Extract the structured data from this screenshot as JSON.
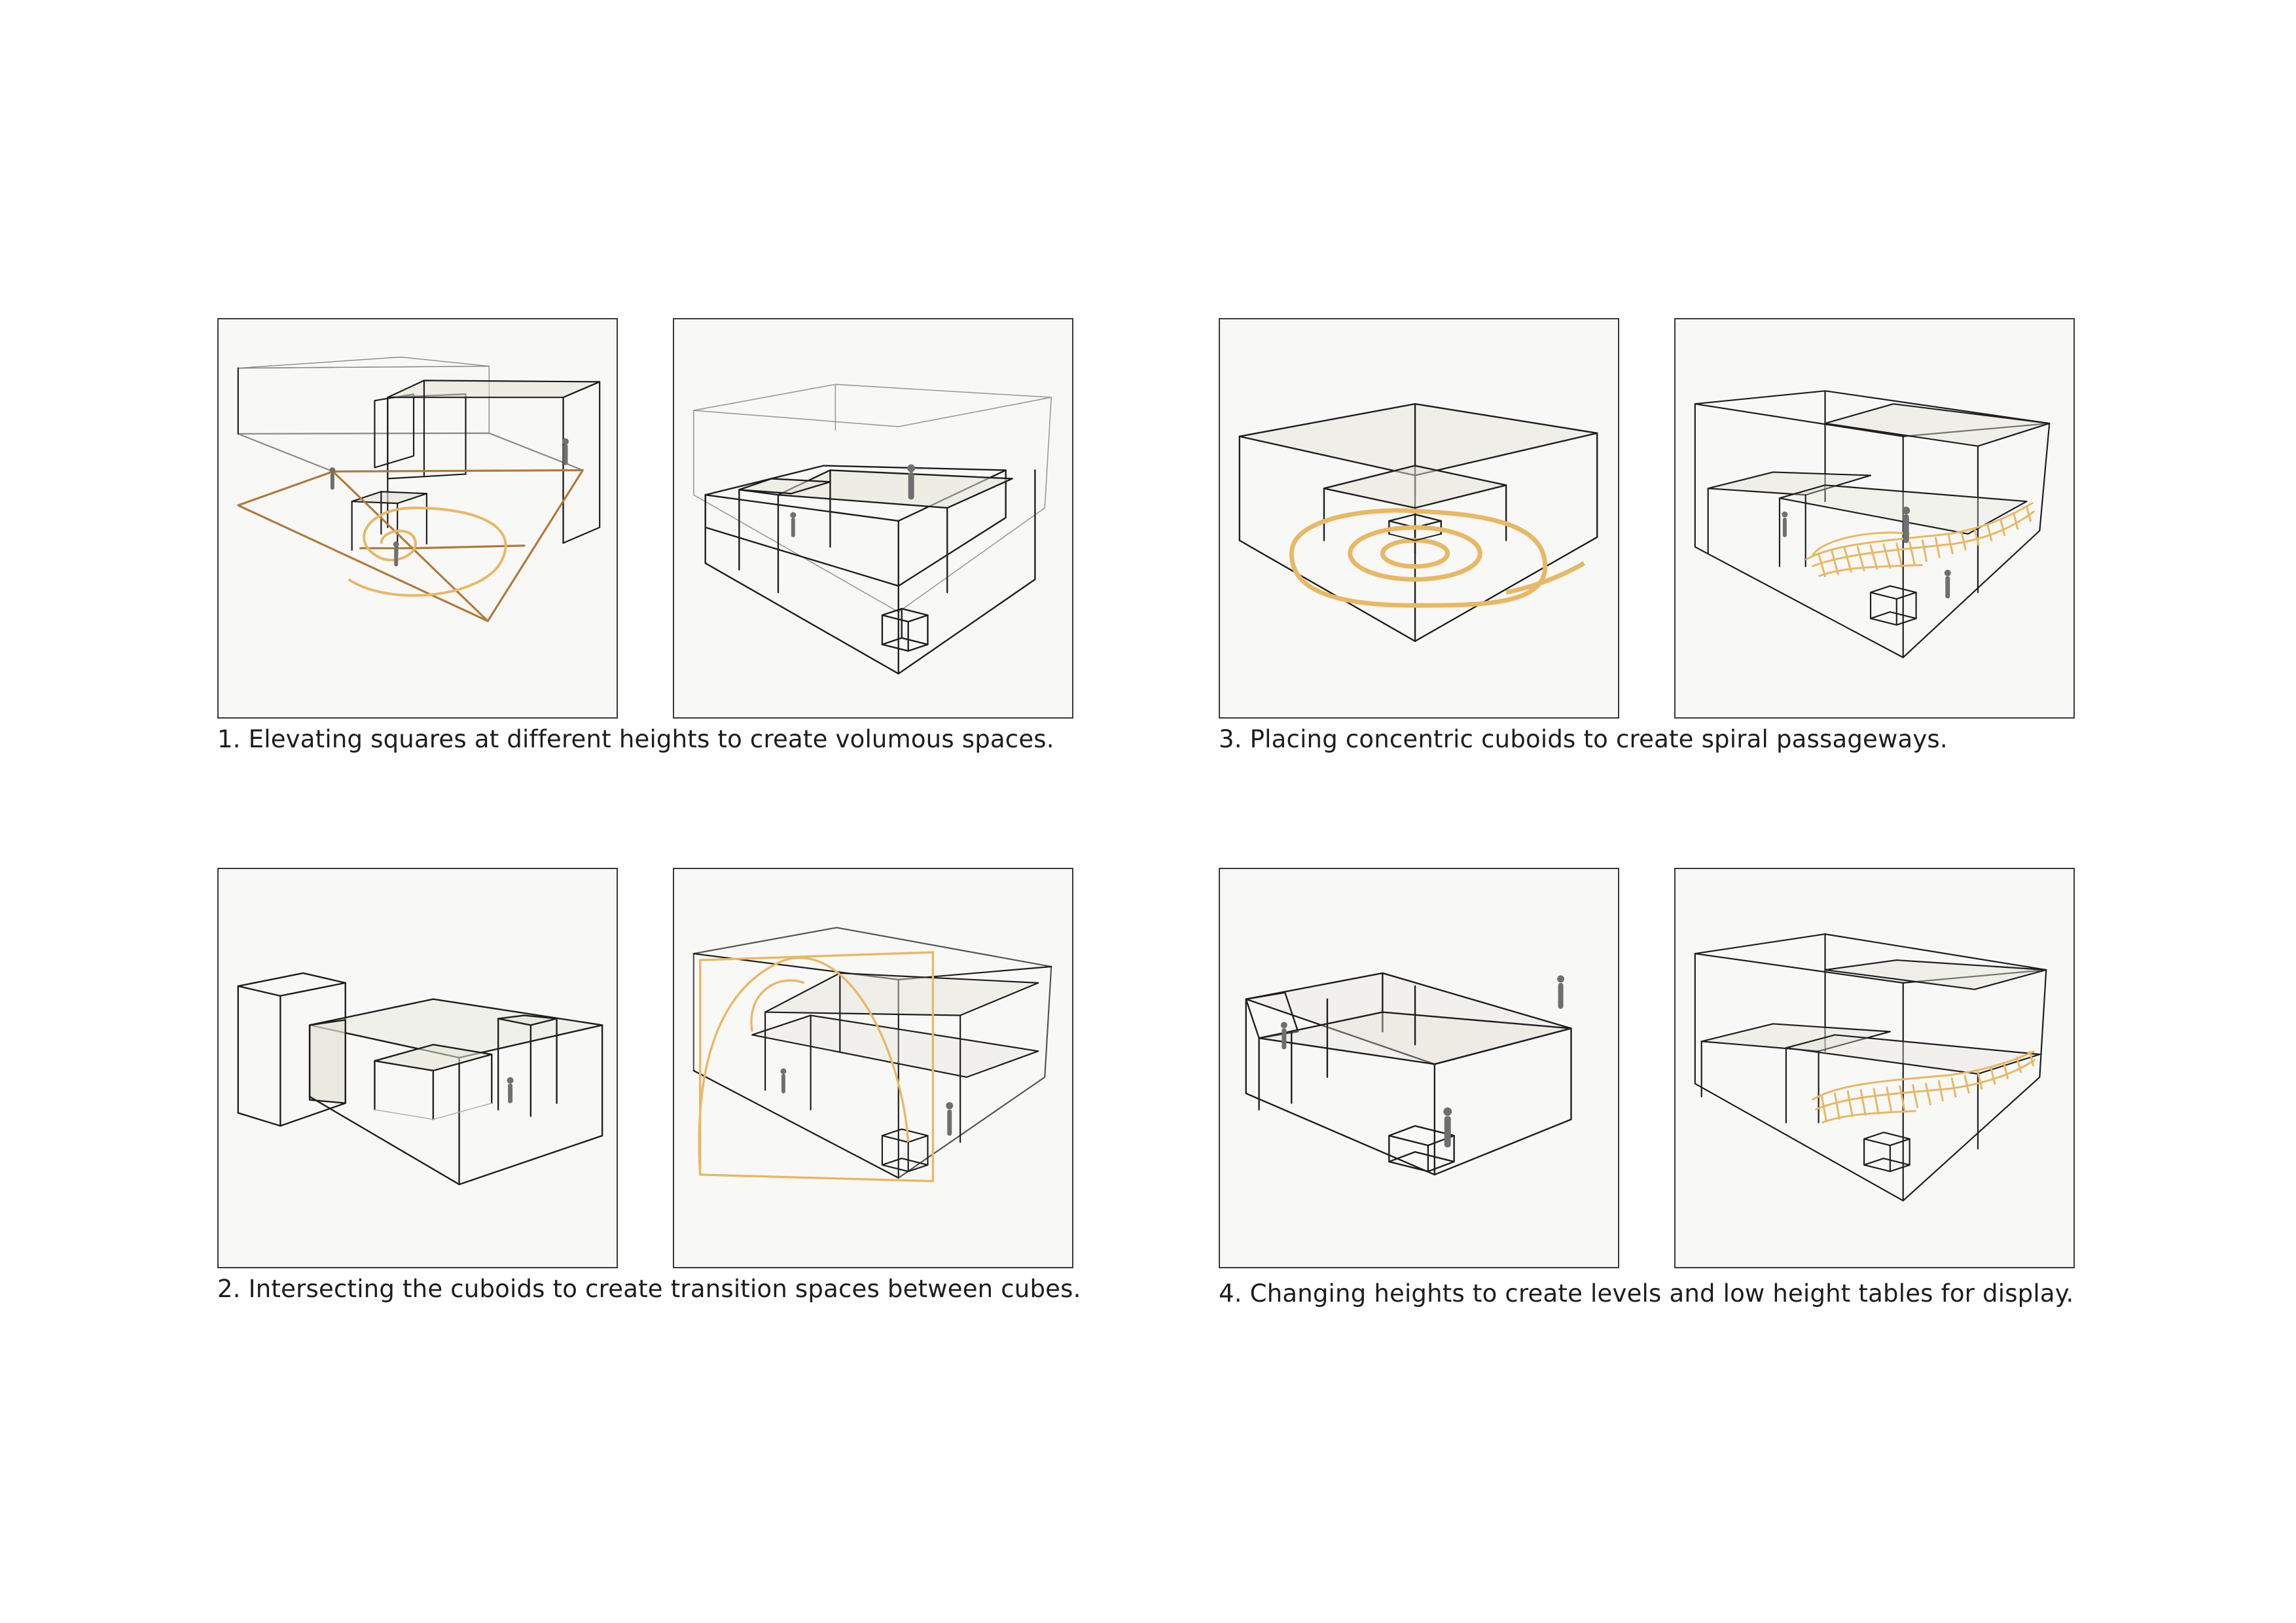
{
  "captions": {
    "c1": "1. Elevating squares at different heights to create volumous spaces.",
    "c2": "2. Intersecting the cuboids to create transition spaces between cubes.",
    "c3": "3. Placing concentric cuboids to create spiral passageways.",
    "c4": "4. Changing heights to create levels and low height tables for display."
  },
  "colors": {
    "background": "#ffffff",
    "panel": "#f8f8f7",
    "line": "#1e1e1e",
    "plane": "#e4e3d6",
    "accent": "#e8b864",
    "person": "#6f6f6f"
  }
}
